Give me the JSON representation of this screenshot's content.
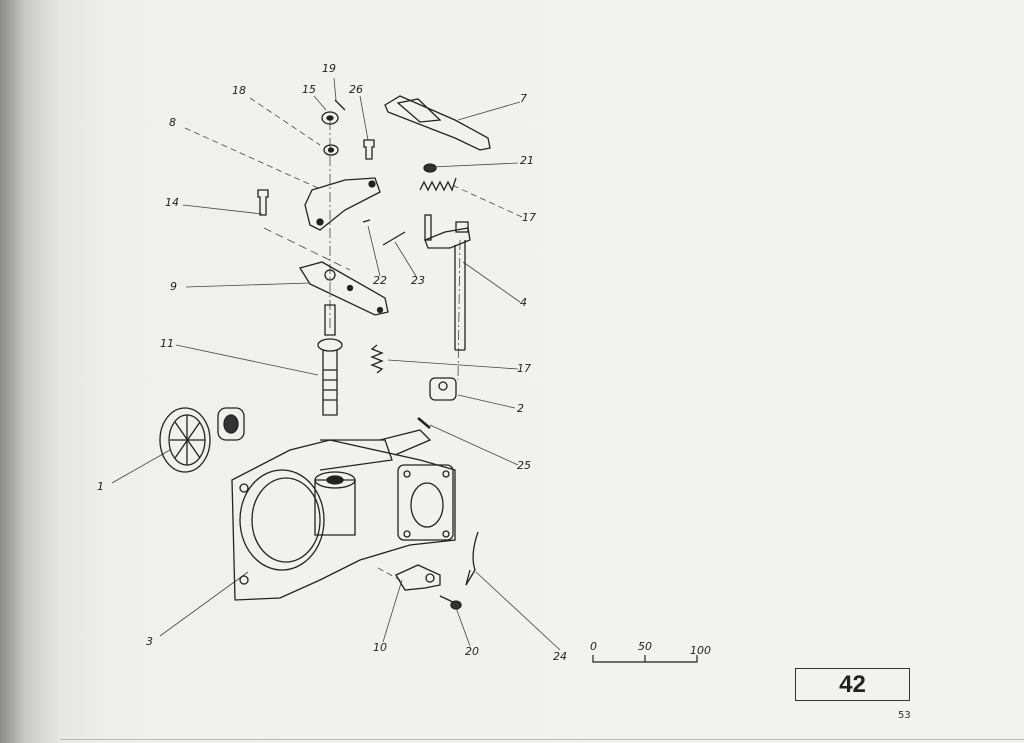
{
  "labels": [
    "19",
    "18",
    "15",
    "26",
    "7",
    "8",
    "21",
    "14",
    "17",
    "22",
    "23",
    "9",
    "4",
    "11",
    "17",
    "2",
    "25",
    "1",
    "3",
    "10",
    "20",
    "24"
  ],
  "scale": {
    "ticks": [
      "0",
      "50",
      "100"
    ]
  },
  "figure_number": "42",
  "page_number": "53"
}
